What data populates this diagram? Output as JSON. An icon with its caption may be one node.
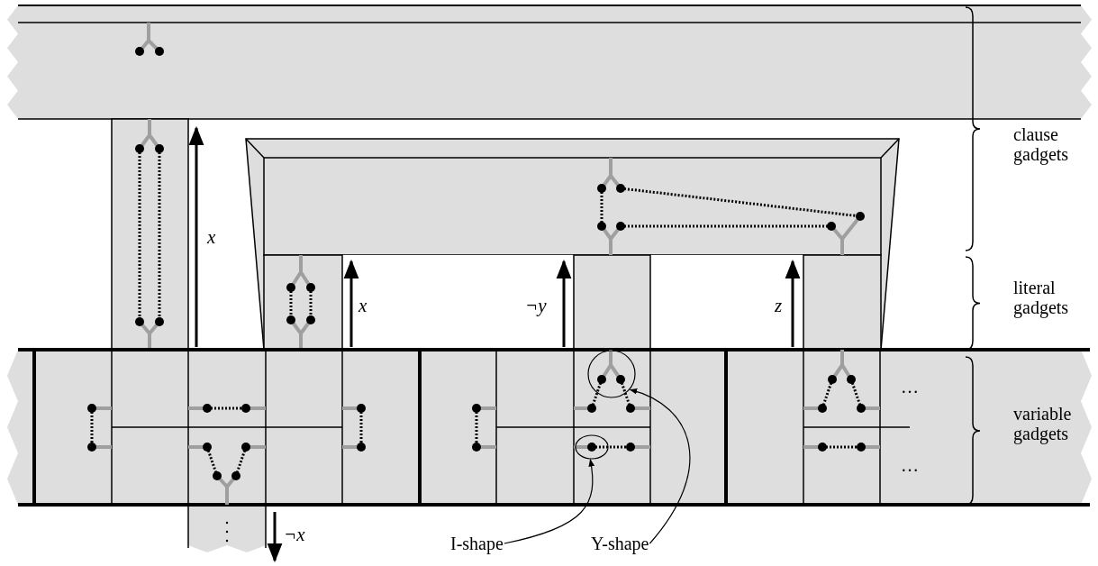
{
  "diagram": {
    "nodes": [
      {
        "text": [
          "I-shape"
        ]
      },
      {
        "text": [
          "Y-shape"
        ]
      },
      {
        "text": [],
        "shape": "circle"
      },
      {
        "text": [],
        "shape": "circle"
      }
    ],
    "edges": [
      {
        "from": 0,
        "to": 3,
        "arrow": "to"
      },
      {
        "from": 1,
        "to": 2,
        "arrow": "to"
      }
    ],
    "labels": [
      "x",
      "x",
      "¬y",
      "z",
      "…",
      "…",
      "¬x",
      "clause gadgets",
      "literal gadgets",
      "variable gadgets"
    ]
  }
}
